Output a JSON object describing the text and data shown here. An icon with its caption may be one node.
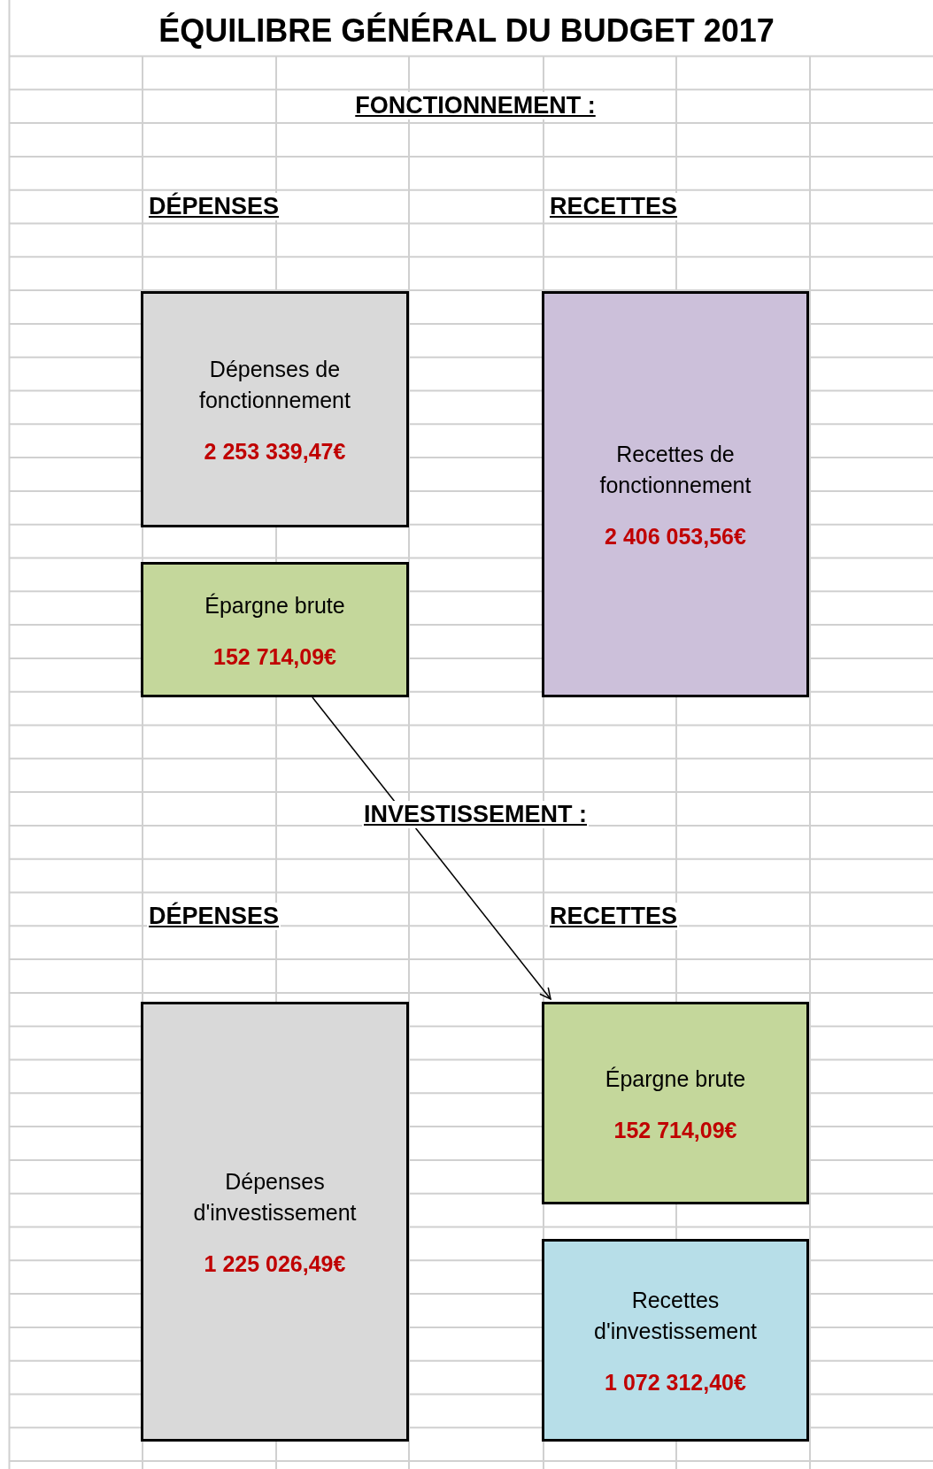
{
  "diagram": {
    "title": "ÉQUILIBRE GÉNÉRAL DU BUDGET 2017",
    "nodes": [
      {
        "text": [
          "Dépenses de fonctionnement",
          "2 253 339,47€"
        ]
      },
      {
        "text": [
          "Recettes de fonctionnement",
          "2 406 053,56€"
        ]
      },
      {
        "text": [
          "Épargne brute",
          "152 714,09€"
        ]
      },
      {
        "text": [
          "Dépenses d'investissement",
          "1 225 026,49€"
        ]
      },
      {
        "text": [
          "Épargne brute",
          "152 714,09€"
        ]
      },
      {
        "text": [
          "Recettes d'investissement",
          "1 072 312,40€"
        ]
      }
    ],
    "edges": [
      {
        "from": 2,
        "to": 4,
        "arrow": "to"
      }
    ],
    "labels": [
      "FONCTIONNEMENT :",
      "DÉPENSES",
      "RECETTES",
      "INVESTISSEMENT :",
      "DÉPENSES",
      "RECETTES"
    ]
  }
}
